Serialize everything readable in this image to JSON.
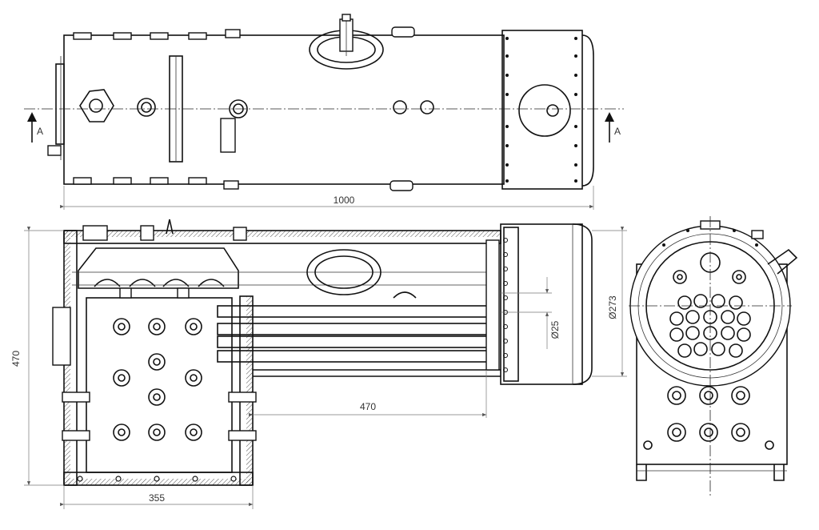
{
  "dimensions": {
    "overall_length": "1000",
    "height": "470",
    "tube_length": "470",
    "firebox_width": "355",
    "tube_diameter": "Ø25",
    "shell_diameter": "Ø273"
  },
  "section": {
    "marker_left": "A",
    "marker_right": "A"
  }
}
